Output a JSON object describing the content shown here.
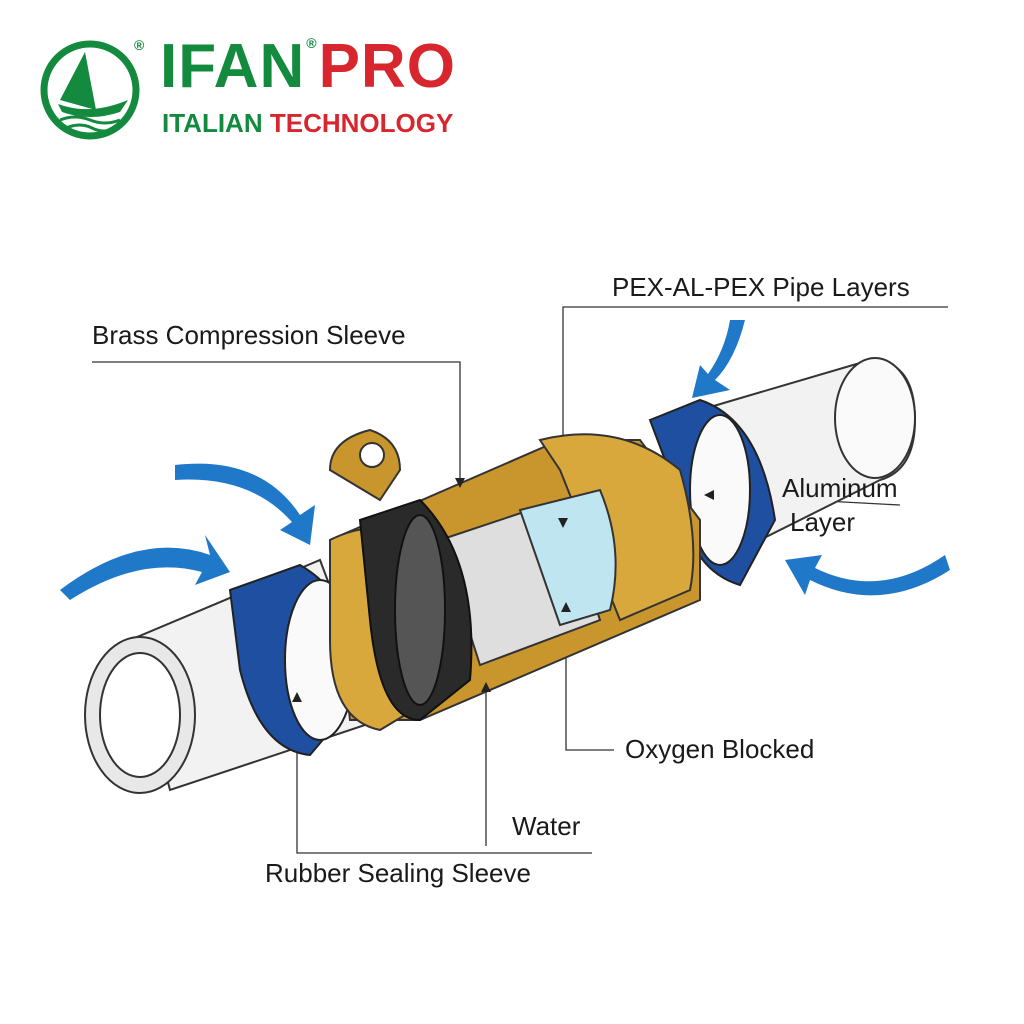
{
  "logo": {
    "brand_green": "IFAN",
    "brand_red": "PRO",
    "tagline_green": "ITALIAN",
    "tagline_red": "TECHNOLOGY",
    "registered": "®",
    "colors": {
      "green": "#138a3e",
      "red": "#d8262e"
    }
  },
  "labels": {
    "pex_layers": "PEX-AL-PEX Pipe Layers",
    "brass_sleeve": "Brass Compression Sleeve",
    "aluminum_1": "Aluminum",
    "aluminum_2": "Layer",
    "oxygen": "Oxygen Blocked",
    "water": "Water",
    "rubber": "Rubber Sealing Sleeve"
  },
  "colors": {
    "brass": "#c9962e",
    "seal_blue": "#1f4fa0",
    "arrow_blue": "#1f78c8",
    "pipe": "#f2f2f2"
  }
}
